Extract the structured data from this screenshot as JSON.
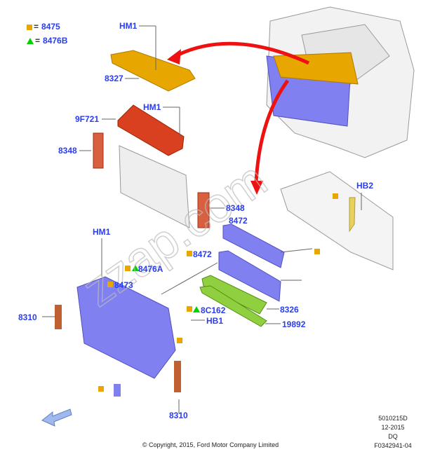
{
  "legend": [
    {
      "symbol": "square",
      "color": "#e8a600",
      "equals": "=",
      "code": "8475"
    },
    {
      "symbol": "triangle",
      "color": "#00d000",
      "equals": "=",
      "code": "8476B"
    }
  ],
  "callouts": [
    "HM1",
    "8327",
    "HM1",
    "9F721",
    "8348",
    "8348",
    "8472",
    "HB2",
    "HM1",
    "8472",
    "8476A",
    "8473",
    "8326",
    "8C162",
    "HB1",
    "19892",
    "8310",
    "8310"
  ],
  "watermark": "zzap.com",
  "footer": {
    "code": "5010215D",
    "date": "12-2015",
    "region": "DQ",
    "figure": "F0342941-04"
  },
  "copyright": "© Copyright, 2015, Ford Motor Company Limited",
  "colors": {
    "label": "#2a3df0",
    "orange": "#e8a600",
    "red": "#d84020",
    "blue": "#8080f0",
    "green": "#90d040",
    "arrow": "#ee1111"
  }
}
